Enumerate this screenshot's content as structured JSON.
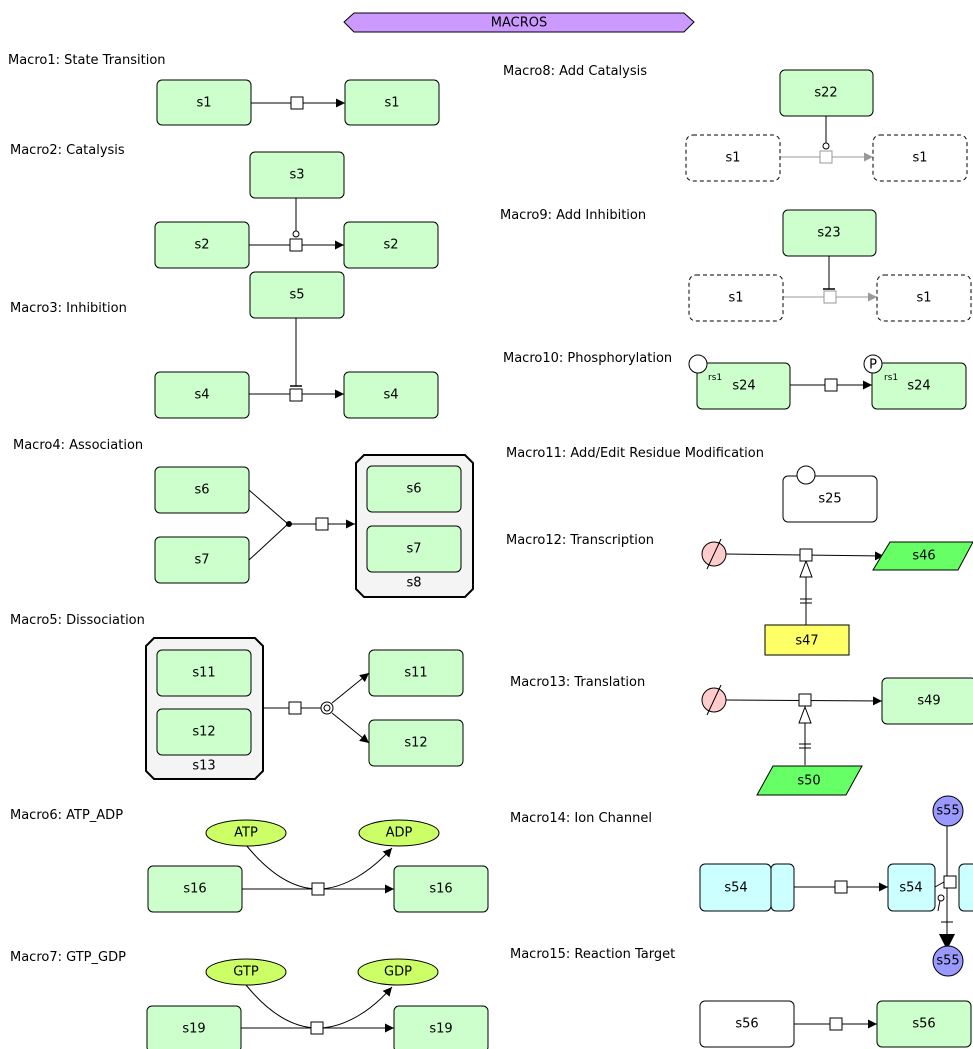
{
  "banner": "MACROS",
  "macros": [
    "Macro1: State Transition",
    "Macro2: Catalysis",
    "Macro3: Inhibition",
    "Macro4: Association",
    "Macro5: Dissociation",
    "Macro6: ATP_ADP",
    "Macro7: GTP_GDP",
    "Macro8: Add Catalysis",
    "Macro9: Add Inhibition",
    "Macro10: Phosphorylation",
    "Macro11: Add/Edit Residue Modification",
    "Macro12: Transcription",
    "Macro13: Translation",
    "Macro14: Ion Channel",
    "Macro15: Reaction Target"
  ],
  "species": {
    "s1": "s1",
    "s2": "s2",
    "s3": "s3",
    "s4": "s4",
    "s5": "s5",
    "s6": "s6",
    "s7": "s7",
    "s8": "s8",
    "s11": "s11",
    "s12": "s12",
    "s13": "s13",
    "s16": "s16",
    "s19": "s19",
    "s22": "s22",
    "s23": "s23",
    "s24": "s24",
    "s25": "s25",
    "s46": "s46",
    "s47": "s47",
    "s49": "s49",
    "s50": "s50",
    "s54": "s54",
    "s55": "s55",
    "s56": "s56",
    "atp": "ATP",
    "adp": "ADP",
    "gtp": "GTP",
    "gdp": "GDP"
  },
  "residue": {
    "rs1": "rs1",
    "phospho": "P"
  },
  "colors": {
    "banner": "#cc99ff",
    "protein": "#ccffcc",
    "complex": "#f4f4f4",
    "simple_molecule": "#ccff66",
    "gene": "#ffff66",
    "rna": "#66ff66",
    "degraded": "#ffcccc",
    "ion_channel": "#ccffff",
    "ion": "#9999ff",
    "phantom": "#bbbbbb"
  }
}
